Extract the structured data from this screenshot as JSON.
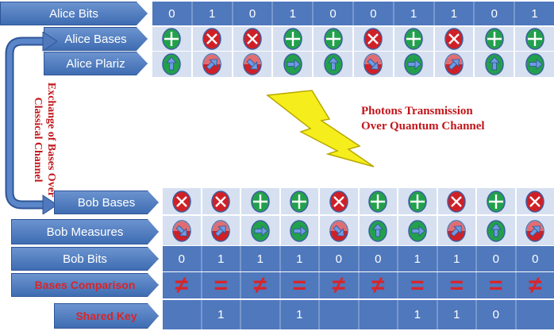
{
  "labels": {
    "alice_bits": "Alice Bits",
    "alice_bases": "Alice Bases",
    "alice_polariz": "Alice Plariz",
    "bob_bases": "Bob Bases",
    "bob_measures": "Bob Measures",
    "bob_bits": "Bob Bits",
    "bases_comparison": "Bases Comparison",
    "shared_key": "Shared Key"
  },
  "annotations": {
    "transmission_line1": "Photons Transmission",
    "transmission_line2": "Over Quantum Channel",
    "classical_line1": "Exchange of Bases Over",
    "classical_line2": "Classical Channel"
  },
  "alice_bits": [
    "0",
    "1",
    "0",
    "1",
    "0",
    "0",
    "1",
    "1",
    "0",
    "1"
  ],
  "alice_bases": [
    "plus",
    "cross",
    "cross",
    "plus",
    "plus",
    "cross",
    "plus",
    "cross",
    "plus",
    "plus"
  ],
  "alice_polariz": [
    "vertical",
    "diag-right",
    "diag-left",
    "horizontal",
    "vertical",
    "diag-left",
    "horizontal",
    "diag-right",
    "vertical",
    "horizontal"
  ],
  "bob_bases": [
    "cross",
    "cross",
    "plus",
    "plus",
    "cross",
    "plus",
    "plus",
    "cross",
    "plus",
    "cross"
  ],
  "bob_measures": [
    "diag-left",
    "diag-right",
    "horizontal",
    "horizontal",
    "diag-left",
    "vertical",
    "horizontal",
    "diag-right",
    "vertical",
    "diag-right"
  ],
  "bob_bits": [
    "0",
    "1",
    "1",
    "1",
    "0",
    "0",
    "1",
    "1",
    "0",
    "0"
  ],
  "bases_comparison": [
    "≠",
    "=",
    "≠",
    "=",
    "≠",
    "≠",
    "=",
    "=",
    "=",
    "≠"
  ],
  "shared_key": [
    "",
    "1",
    "",
    "1",
    "",
    "",
    "1",
    "1",
    "0",
    ""
  ],
  "colors": {
    "band_dark": "#4f78bd",
    "band_light": "#d6e0f0",
    "plus_basis": "#22a04b",
    "cross_basis": "#cf2027",
    "accent_red": "#c0161b",
    "lightning": "#f5ee1c"
  },
  "icons": {
    "plus": "plus-basis-icon",
    "cross": "cross-basis-icon",
    "photon": "photon-polarization-icon",
    "bolt": "lightning-bolt-icon",
    "curved_arrow": "curved-double-arrow-icon"
  }
}
